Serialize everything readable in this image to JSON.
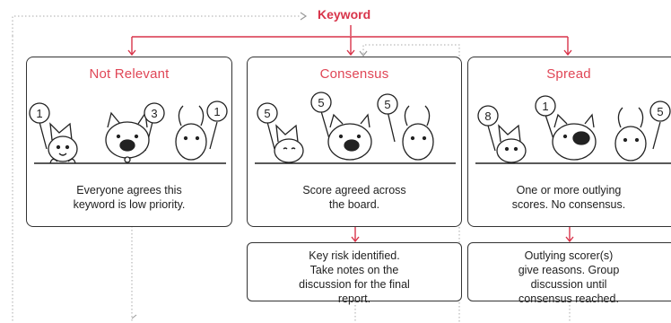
{
  "keyword": {
    "label": "Keyword"
  },
  "cards": [
    {
      "title": "Not Relevant",
      "description": "Everyone agrees this\nkeyword is low priority.",
      "scores": [
        "1",
        "3",
        "1"
      ]
    },
    {
      "title": "Consensus",
      "description": "Score agreed across\nthe board.",
      "scores": [
        "5",
        "5",
        "5"
      ]
    },
    {
      "title": "Spread",
      "description": "One or more outlying\nscores. No consensus.",
      "scores": [
        "8",
        "1",
        "5"
      ]
    }
  ],
  "notes": {
    "consensus": "Key risk identified.\nTake notes on the\ndiscussion for the final\nreport.",
    "spread": "Outlying scorer(s)\ngive reasons. Group\ndiscussion until\nconsensus reached."
  },
  "colors": {
    "accent": "#e04656",
    "arrow": "#d8344a",
    "border": "#333333",
    "dotted": "#aaaaaa"
  }
}
